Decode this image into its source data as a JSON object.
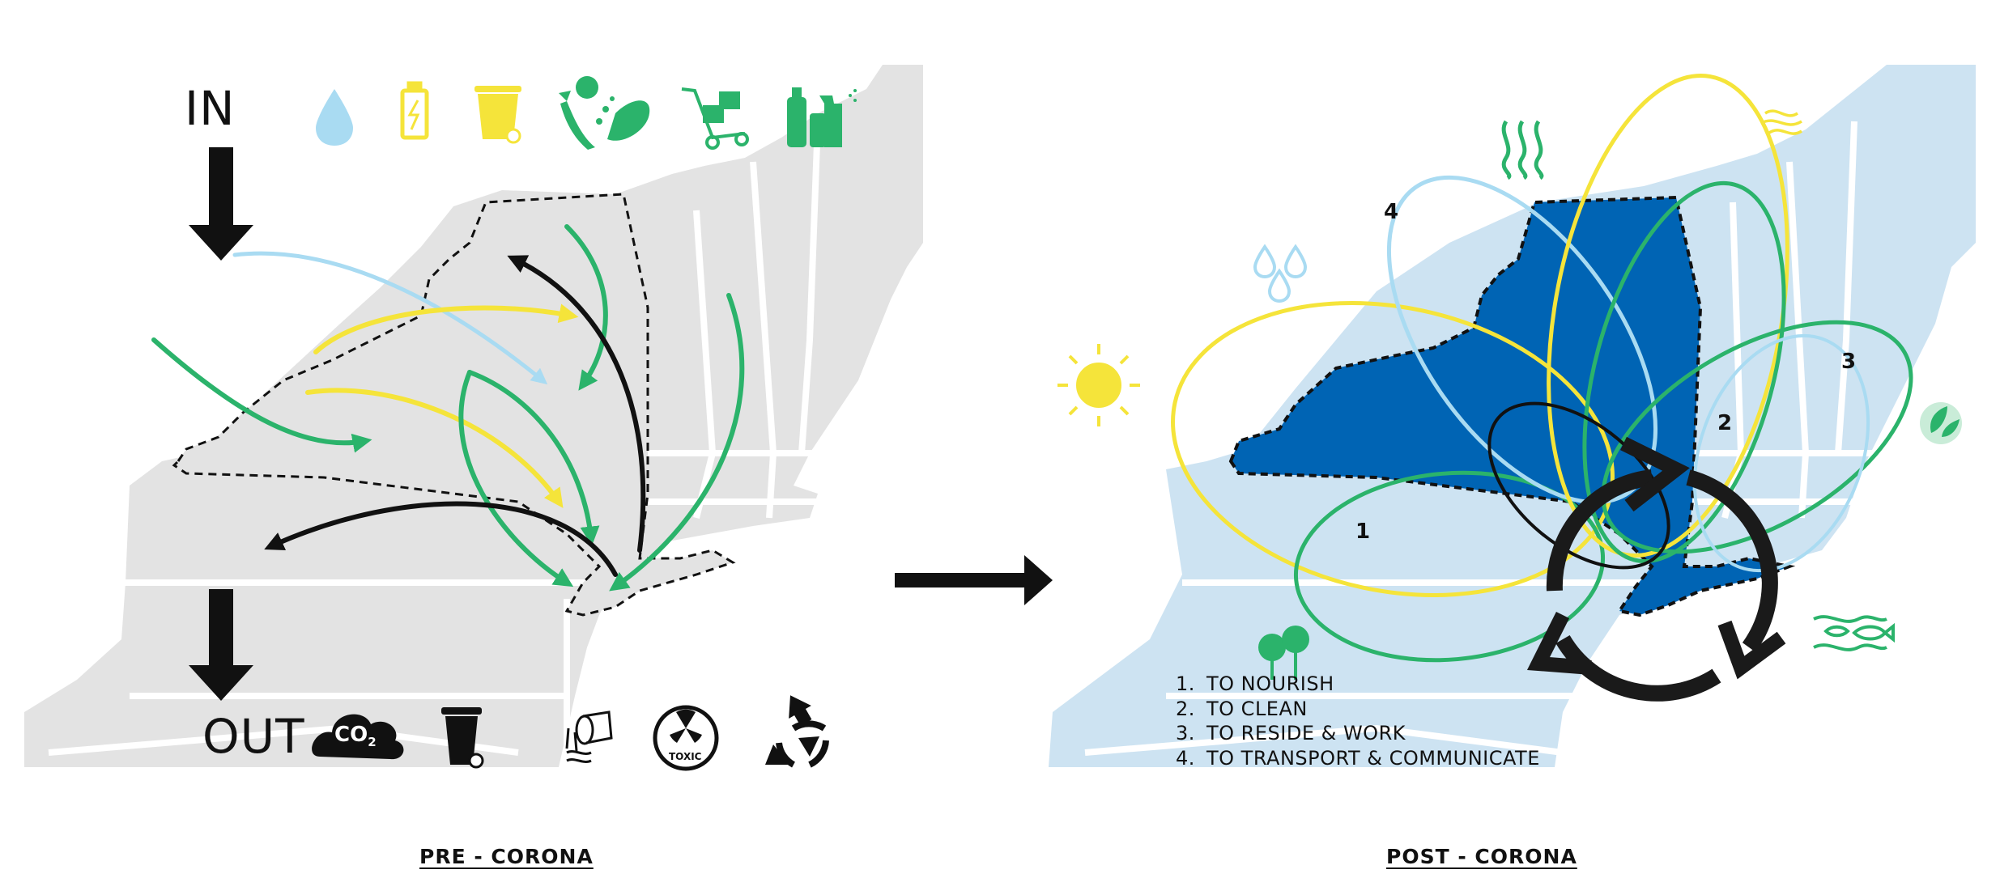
{
  "pre": {
    "in_label": "IN",
    "out_label": "OUT",
    "caption": "PRE - CORONA",
    "in_icons": [
      "water-drop-icon",
      "battery-icon",
      "recycle-bin-icon",
      "food-icon",
      "hand-truck-icon",
      "cleaning-products-icon"
    ],
    "out_icons": [
      "co2-cloud-icon",
      "trash-bin-icon",
      "wastewater-pipe-icon",
      "toxic-icon",
      "recycle-icon"
    ],
    "co2_text": "CO",
    "co2_sub": "2",
    "toxic_text": "TOXIC"
  },
  "post": {
    "caption": "POST - CORONA",
    "loops": [
      "1",
      "2",
      "3",
      "4"
    ],
    "legend": [
      {
        "n": "1.",
        "text": "TO  NOURISH"
      },
      {
        "n": "2.",
        "text": "TO CLEAN"
      },
      {
        "n": "3.",
        "text": "TO RESIDE & WORK"
      },
      {
        "n": "4.",
        "text": "TO TRANSPORT & COMMUNICATE"
      }
    ],
    "icons": [
      "sun-icon",
      "water-drops-icon",
      "heat-waves-icon",
      "wind-icon",
      "leaf-icon",
      "trees-icon",
      "fish-waves-icon",
      "circular-arrows-icon"
    ]
  },
  "colors": {
    "land_gray": "#e3e3e3",
    "land_blue": "#cde3f2",
    "state_blue": "#0064b4",
    "green": "#2bb36b",
    "yellow": "#f5e43a",
    "light_blue": "#a9dbf2",
    "black": "#111111"
  }
}
